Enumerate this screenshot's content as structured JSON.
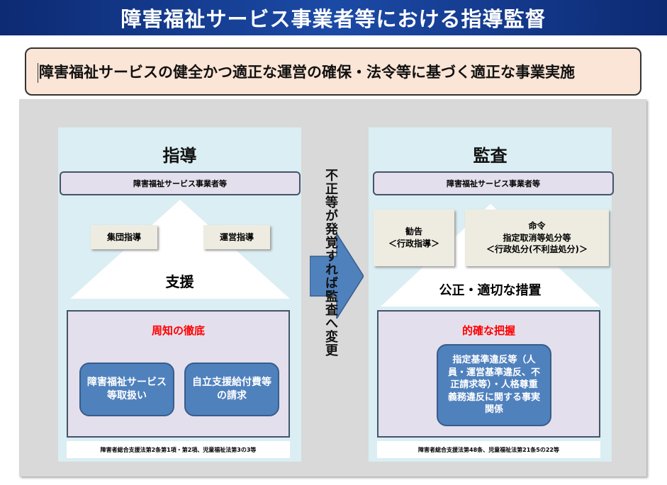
{
  "title": "障害福祉サービス事業者等における指導監督",
  "banner": "障害福祉サービスの健全かつ適正な運営の確保・法令等に基づく適正な事業実施",
  "arrow_text": "不正等が発覚すれば監査へ変更",
  "left": {
    "heading": "指導",
    "entity": "障害福祉サービス事業者等",
    "tags": [
      "集団指導",
      "運営指導"
    ],
    "center": "支援",
    "red": "周知の徹底",
    "boxes": [
      "障害福祉サービス等取扱い",
      "自立支援給付費等の請求"
    ],
    "law": "障害者総合支援法第2条第1項・第2項、児童福祉法第3の3等"
  },
  "right": {
    "heading": "監査",
    "entity": "障害福祉サービス事業者等",
    "tag1": {
      "line1": "勧告",
      "line2": "＜行政指導＞"
    },
    "tag2": {
      "line1": "命令",
      "line2": "指定取消等処分等",
      "line3": "＜行政処分(不利益処分)＞"
    },
    "center": "公正・適切な措置",
    "red": "的確な把握",
    "box": "指定基準違反等（人員・運営基準違反、不正請求等）・人格尊重義務違反に関する事実関係",
    "law": "障害者総合支援法第48条、児童福祉法第21条5の22等"
  }
}
